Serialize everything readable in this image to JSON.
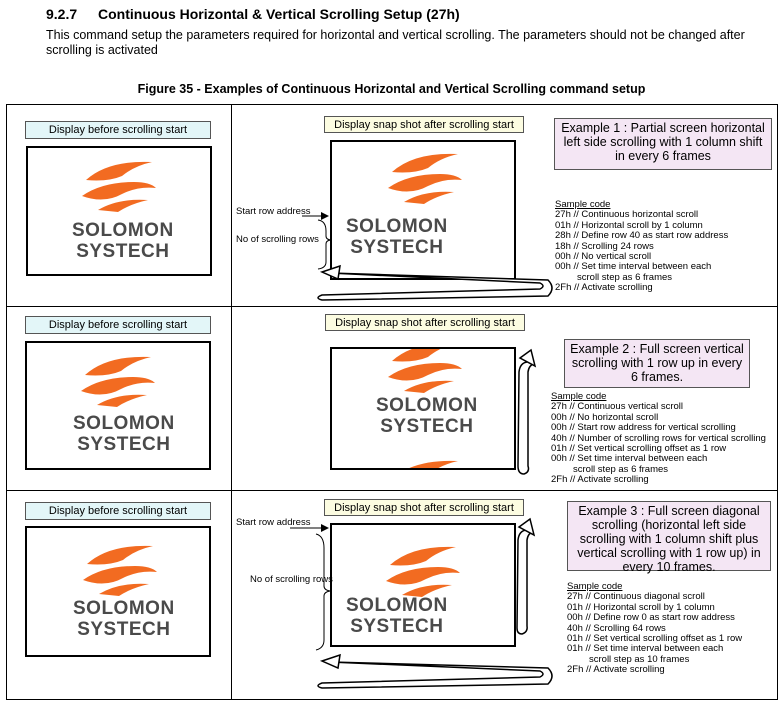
{
  "section": {
    "number": "9.2.7",
    "title": "Continuous Horizontal & Vertical Scrolling Setup (27h)",
    "intro": "This command setup the parameters required for horizontal and vertical scrolling. The parameters should not be changed after scrolling is activated"
  },
  "figure_caption": "Figure 35 - Examples of Continuous Horizontal and Vertical Scrolling command setup",
  "logo": {
    "line1": "SOLOMON",
    "line2": "SYSTECH",
    "accent_color": "#f26b21",
    "text_color": "#4a4a4a"
  },
  "labels": {
    "before": "Display before scrolling start",
    "after": "Display snap shot after scrolling start",
    "start_row": "Start row address",
    "num_rows": "No of scrolling rows"
  },
  "examples": [
    {
      "title": "Example 1 : Partial screen horizontal left side scrolling with 1 column shift  in every 6 frames",
      "code_title": "Sample code",
      "code": [
        {
          "text": "27h  // Continuous horizontal scroll"
        },
        {
          "text": "01h  // Horizontal scroll by 1 column"
        },
        {
          "text": "28h  // Define row 40 as start row address"
        },
        {
          "text": "18h  // Scrolling 24 rows"
        },
        {
          "text": "00h  // No vertical scroll"
        },
        {
          "text": "00h  // Set time interval between each"
        },
        {
          "text": "scroll step as 6 frames",
          "indent": true
        },
        {
          "text": "2Fh  // Activate scrolling"
        }
      ]
    },
    {
      "title": "Example 2 : Full screen vertical scrolling with 1 row up in every 6 frames.",
      "code_title": "Sample code",
      "code": [
        {
          "text": "27h  // Continuous vertical scroll"
        },
        {
          "text": "00h  // No horizontal scroll"
        },
        {
          "text": "00h  // Start row address for vertical scrolling"
        },
        {
          "text": "40h  // Number of scrolling rows for vertical scrolling"
        },
        {
          "text": "01h  // Set vertical scrolling offset as 1 row"
        },
        {
          "text": "00h  // Set time interval between each"
        },
        {
          "text": "scroll step as 6 frames",
          "indent": true
        },
        {
          "text": "2Fh  // Activate scrolling"
        }
      ]
    },
    {
      "title": "Example 3 : Full screen diagonal scrolling (horizontal left side scrolling with 1 column shift plus vertical scrolling with 1 row up) in every 10 frames.",
      "code_title": "Sample code",
      "code": [
        {
          "text": "27h  // Continuous diagonal scroll"
        },
        {
          "text": "01h  // Horizontal scroll by 1 column"
        },
        {
          "text": "00h  // Define row 0 as start row address"
        },
        {
          "text": "40h  // Scrolling 64 rows"
        },
        {
          "text": "01h  // Set vertical scrolling offset as 1 row"
        },
        {
          "text": "01h  // Set time interval between each"
        },
        {
          "text": "scroll step as 10 frames",
          "indent": true
        },
        {
          "text": "2Fh  // Activate scrolling"
        }
      ]
    }
  ]
}
